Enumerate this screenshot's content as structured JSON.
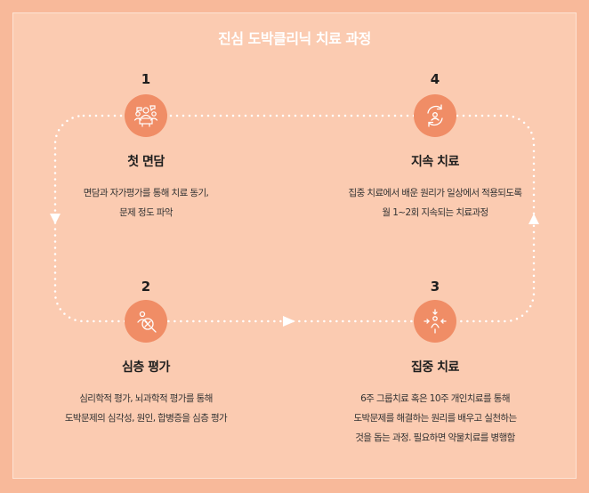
{
  "title": "진심 도박클리닉 치료 과정",
  "colors": {
    "outer_background": "#f8b99a",
    "panel_background": "#fbcbb1",
    "circle": "#f08d66",
    "path_dots": "#ffffff"
  },
  "steps": [
    {
      "number": "1",
      "title": "첫 면담",
      "icon": "consultation-icon",
      "description": [
        "면담과 자가평가를 통해 치료 동기,",
        "문제 정도 파악"
      ]
    },
    {
      "number": "2",
      "title": "심층 평가",
      "icon": "assessment-magnifier-icon",
      "description": [
        "심리학적 평가, 뇌과학적 평가를 통해",
        "도박문제의 심각성, 원인, 합병증을 심층 평가"
      ]
    },
    {
      "number": "3",
      "title": "집중 치료",
      "icon": "focus-person-icon",
      "description": [
        "6주 그룹치료 혹은 10주 개인치료를 통해",
        "도박문제를 해결하는 원리를 배우고 실천하는",
        "것을 돕는 과정. 필요하면 약물치료를 병행함"
      ]
    },
    {
      "number": "4",
      "title": "지속 치료",
      "icon": "continuous-cycle-icon",
      "description": [
        "집중 치료에서 배운 원리가 일상에서 적용되도록",
        "월 1~2회 지속되는 치료과정"
      ]
    }
  ]
}
